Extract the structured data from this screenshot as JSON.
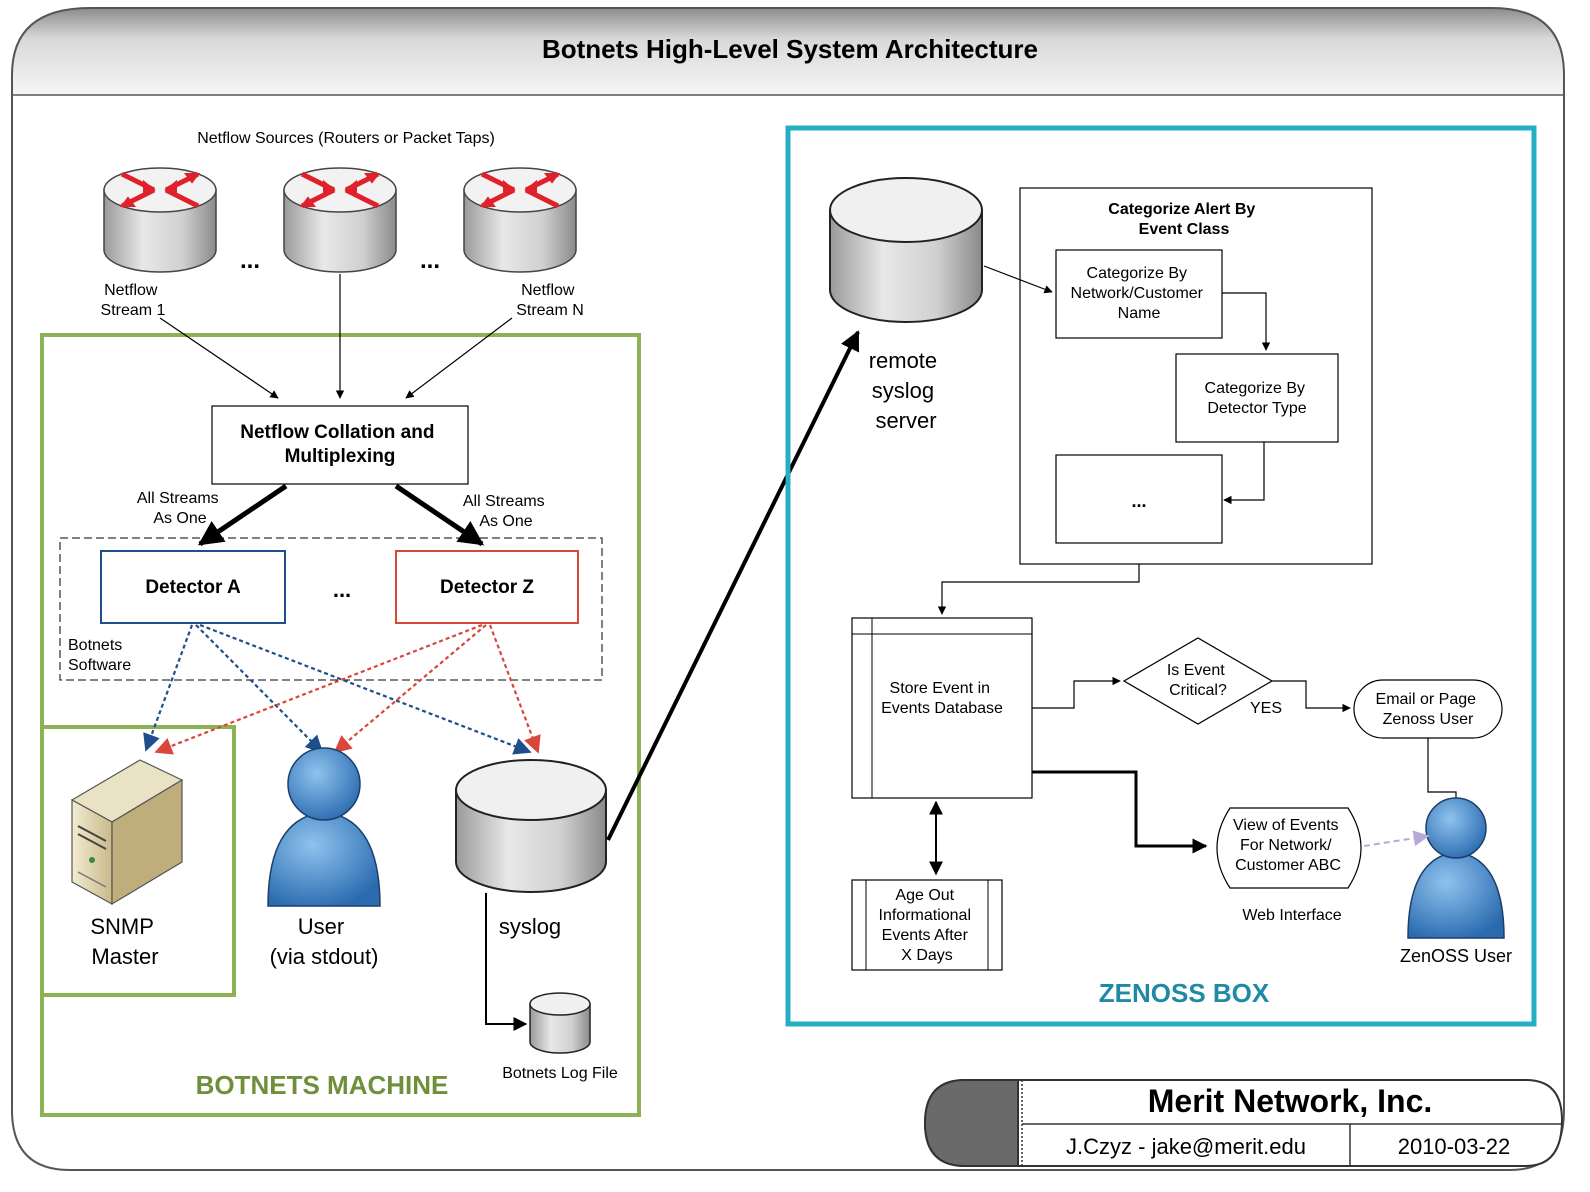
{
  "title": "Botnets High-Level System Architecture",
  "netflow": {
    "sources_label": "Netflow Sources (Routers or Packet Taps)",
    "ellipsis": "...",
    "stream1": [
      "Netflow",
      "Stream 1"
    ],
    "streamN": [
      "Netflow",
      "Stream N"
    ]
  },
  "collation": [
    "Netflow Collation and",
    "Multiplexing"
  ],
  "all_streams_left": [
    "All Streams",
    "As One"
  ],
  "all_streams_right": [
    "All Streams",
    "As One"
  ],
  "detector_a": "Detector A",
  "detector_z": "Detector Z",
  "detector_ellipsis": "...",
  "botnets_software": [
    "Botnets",
    "Software"
  ],
  "snmp": [
    "SNMP",
    "Master"
  ],
  "user": [
    "User",
    "(via stdout)"
  ],
  "syslog": "syslog",
  "log_file": "Botnets Log File",
  "botnets_machine": "BOTNETS MACHINE",
  "remote_syslog": [
    "remote",
    "syslog",
    "server"
  ],
  "categorize": {
    "title": [
      "Categorize Alert By",
      "Event Class"
    ],
    "network": [
      "Categorize By",
      "Network/Customer",
      "Name"
    ],
    "detector": [
      "Categorize By",
      "Detector Type"
    ],
    "ellipsis": "..."
  },
  "store_event": [
    "Store Event in",
    "Events Database"
  ],
  "is_critical": [
    "Is Event",
    "Critical?"
  ],
  "yes": "YES",
  "email": [
    "Email or Page",
    "Zenoss User"
  ],
  "view_events": [
    "View of Events",
    "For Network/",
    "Customer ABC"
  ],
  "web_interface": "Web Interface",
  "zenoss_user": "ZenOSS User",
  "age_out": [
    "Age Out",
    "Informational",
    "Events After",
    "X Days"
  ],
  "zenoss_box": "ZENOSS BOX",
  "footer": {
    "company": "Merit Network, Inc.",
    "author": "J.Czyz  -  jake@merit.edu",
    "date": "2010-03-22"
  },
  "colors": {
    "green": "#8db255",
    "cyan": "#28aec4",
    "blue": "#1f4e8c",
    "red": "#d9463a",
    "router_red": "#e0202a"
  }
}
